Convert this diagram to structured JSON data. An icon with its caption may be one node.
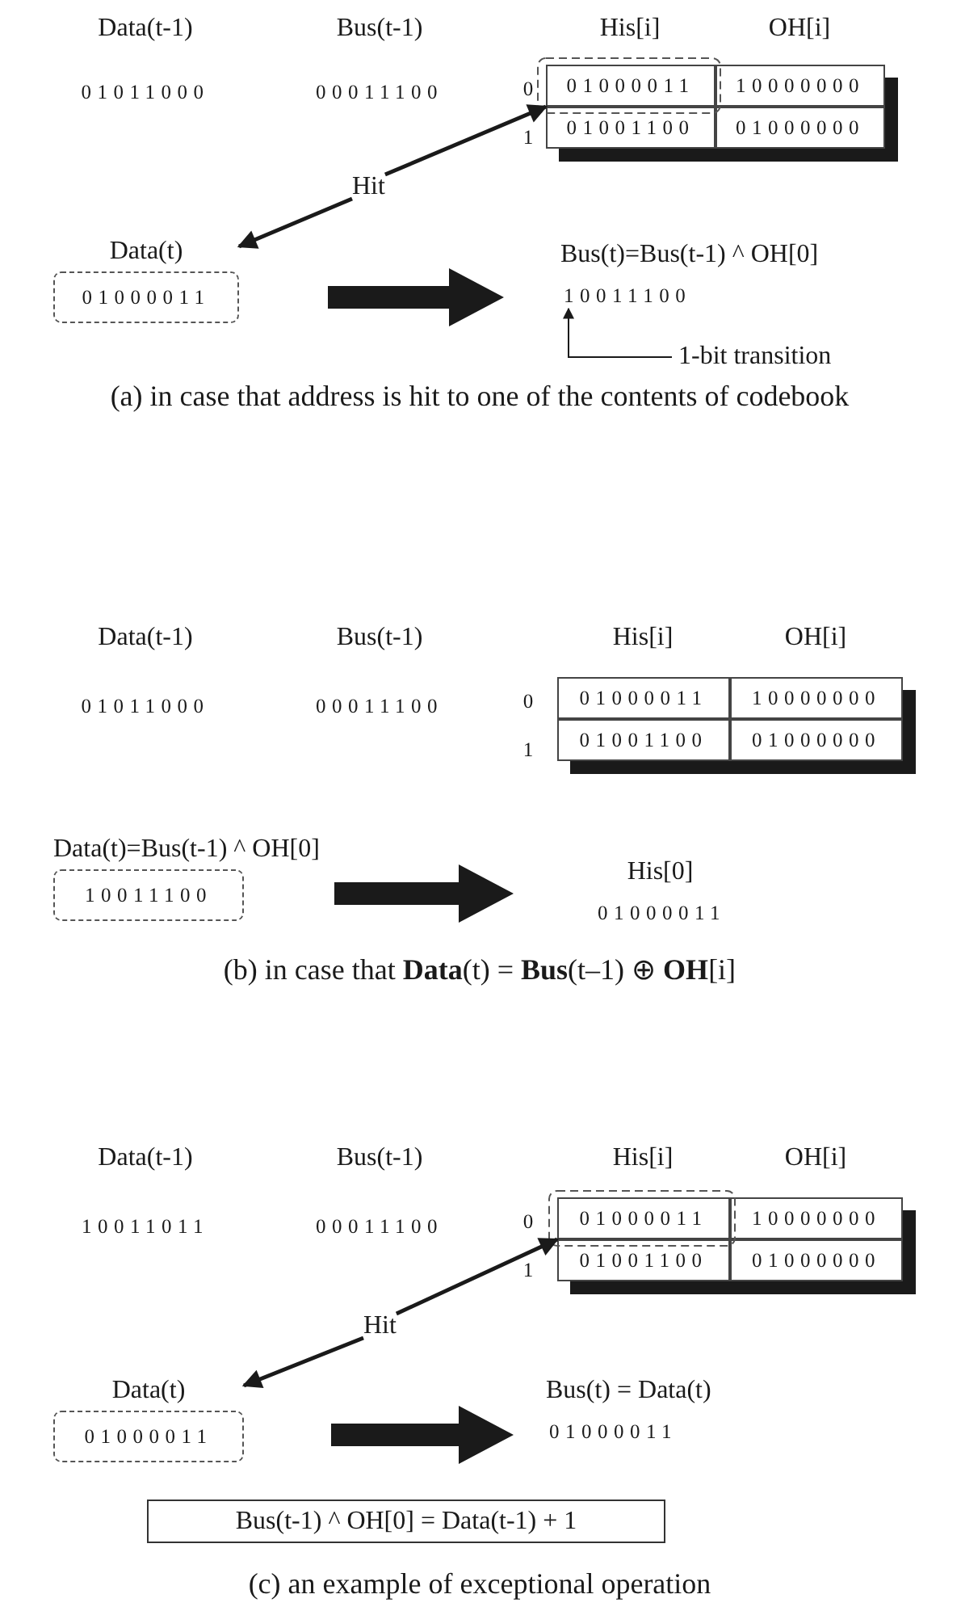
{
  "diagram": {
    "nodes": [
      {
        "text": [
          "01000011"
        ]
      },
      {
        "text": [
          "10000000"
        ]
      },
      {
        "text": [
          "01001100"
        ]
      },
      {
        "text": [
          "01000000"
        ]
      },
      {
        "text": [
          "Hit"
        ]
      },
      {
        "text": [
          "Data(t)",
          "01000011"
        ]
      },
      {
        "text": [
          "Bus(t)=Bus(t-1) ^ OH[0]",
          "10011100"
        ]
      },
      {
        "text": [
          "1-bit transition"
        ]
      },
      {
        "text": [
          "01000011"
        ]
      },
      {
        "text": [
          "10000000"
        ]
      },
      {
        "text": [
          "01001100"
        ]
      },
      {
        "text": [
          "01000000"
        ]
      },
      {
        "text": [
          "Data(t)=Bus(t-1) ^ OH[0]",
          "10011100"
        ]
      },
      {
        "text": [
          "His[0]",
          "01000011"
        ]
      },
      {
        "text": [
          "01000011"
        ]
      },
      {
        "text": [
          "10000000"
        ]
      },
      {
        "text": [
          "01001100"
        ]
      },
      {
        "text": [
          "01000000"
        ]
      },
      {
        "text": [
          "Hit"
        ]
      },
      {
        "text": [
          "Data(t)",
          "01000011"
        ]
      },
      {
        "text": [
          "Bus(t) = Data(t)",
          "01000011"
        ]
      },
      {
        "text": [
          "Bus(t-1) ^ OH[0] = Data(t-1) + 1"
        ]
      }
    ],
    "edges": [
      {
        "from": 4,
        "to": 0,
        "arrow": "to"
      },
      {
        "from": 4,
        "to": 5,
        "arrow": "to"
      },
      {
        "from": 5,
        "to": 6,
        "arrow": "to",
        "style": "thick"
      },
      {
        "from": 7,
        "to": 6,
        "arrow": "to"
      },
      {
        "from": 12,
        "to": 13,
        "arrow": "to",
        "style": "thick"
      },
      {
        "from": 18,
        "to": 14,
        "arrow": "to"
      },
      {
        "from": 18,
        "to": 19,
        "arrow": "to"
      },
      {
        "from": 19,
        "to": 20,
        "arrow": "to",
        "style": "thick"
      }
    ],
    "labels": [
      "Data(t-1)",
      "Bus(t-1)",
      "His[i]",
      "OH[i]",
      "01011000",
      "00011100",
      "0",
      "1",
      "(a) in case that address is hit to one of the contents of codebook",
      "Data(t-1)",
      "Bus(t-1)",
      "His[i]",
      "OH[i]",
      "01011000",
      "00011100",
      "0",
      "1",
      "(b) in case that **Data**(t) = **Bus**(t–1) ⊕ **OH**[i]",
      "Data(t-1)",
      "Bus(t-1)",
      "His[i]",
      "OH[i]",
      "10011011",
      "00011100",
      "0",
      "1",
      "(c) an example of exceptional operation"
    ]
  }
}
